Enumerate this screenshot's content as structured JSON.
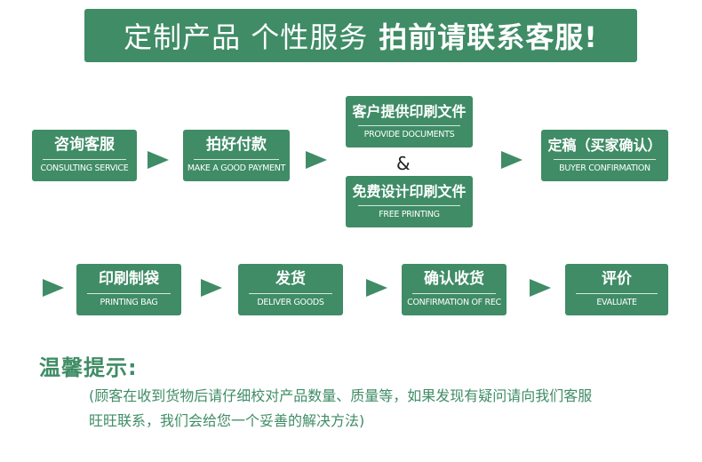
{
  "banner": {
    "part1": "定制产品 个性服务",
    "part2": "拍前请联系客服!"
  },
  "row1": [
    {
      "cn": "咨询客服",
      "en": "CONSULTING SERVICE"
    },
    {
      "cn": "拍好付款",
      "en": "MAKE A GOOD PAYMENT"
    },
    {
      "cn": "客户提供印刷文件",
      "en": "PROVIDE DOCUMENTS"
    },
    {
      "cn": "免费设计印刷文件",
      "en": "FREE PRINTING"
    },
    {
      "cn": "定稿（买家确认）",
      "en": "BUYER CONFIRMATION"
    }
  ],
  "ampersand": "&",
  "row2": [
    {
      "cn": "印刷制袋",
      "en": "PRINTING BAG"
    },
    {
      "cn": "发货",
      "en": "DELIVER GOODS"
    },
    {
      "cn": "确认收货",
      "en": "CONFIRMATION OF REC"
    },
    {
      "cn": "评价",
      "en": "EVALUATE"
    }
  ],
  "tips": {
    "title": "温馨提示:",
    "line1": "(顾客在收到货物后请仔细校对产品数量、质量等，如果发现有疑问请向我们客服",
    "line2": "旺旺联系，我们会给您一个妥善的解决方法)"
  },
  "colors": {
    "accent": "#3f8c66",
    "background": "#ffffff"
  }
}
